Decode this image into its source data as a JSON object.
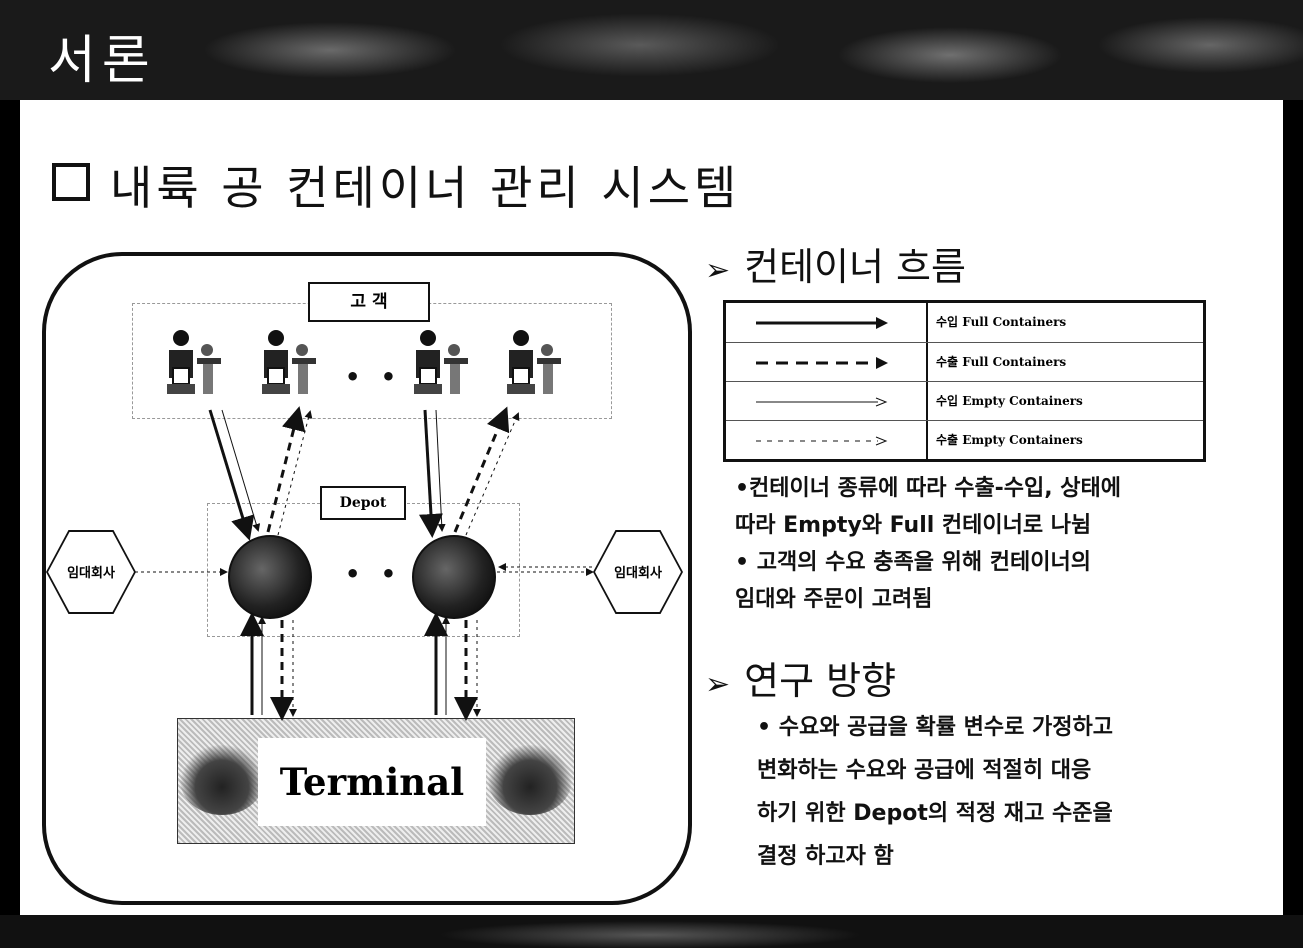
{
  "slide": {
    "title": "서론"
  },
  "section": {
    "title": "내륙 공 컨테이너 관리 시스템"
  },
  "diagram": {
    "customer_label": "고 객",
    "depot_label": "Depot",
    "leasing_left": "임대회사",
    "leasing_right": "임대회사",
    "terminal_label": "Terminal",
    "ellipsis": "• • •"
  },
  "flow": {
    "heading": "컨테이너 흐름",
    "legend": [
      {
        "style": "solid",
        "label": "수입 Full Containers"
      },
      {
        "style": "dashed",
        "label": "수출 Full Containers"
      },
      {
        "style": "thin",
        "label": "수입 Empty Containers"
      },
      {
        "style": "dotted",
        "label": "수출 Empty Containers"
      }
    ],
    "bullets": [
      "•컨테이너 종류에 따라 수출-수입, 상태에",
      "따라 Empty와 Full 컨테이너로 나뉨",
      "• 고객의 수요 충족을 위해 컨테이너의",
      "임대와 주문이 고려됨"
    ]
  },
  "research": {
    "heading": "연구 방향",
    "bullets": [
      "• 수요와 공급을 확률 변수로 가정하고",
      "변화하는 수요와 공급에 적절히 대응",
      "하기 위한 Depot의 적정 재고 수준을",
      "결정 하고자 함"
    ]
  },
  "colors": {
    "title_bar": "#1a1a1a",
    "content_bg": "#ffffff",
    "ink": "#111111"
  }
}
